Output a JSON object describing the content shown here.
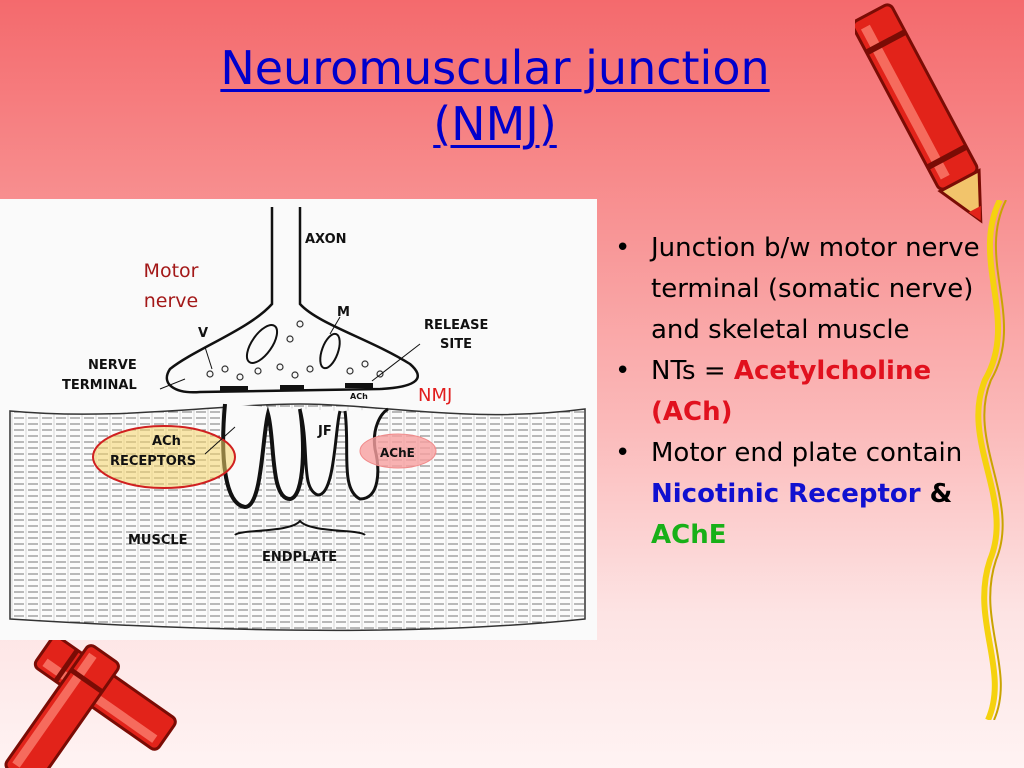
{
  "title": {
    "line1": "Neuromuscular junction",
    "line2": "(NMJ)"
  },
  "diagram": {
    "labels": {
      "axon": "AXON",
      "m": "M",
      "v": "V",
      "release_site_1": "RELEASE",
      "release_site_2": "SITE",
      "nerve_terminal_1": "NERVE",
      "nerve_terminal_2": "TERMINAL",
      "ach": "ACh",
      "jf": "JF",
      "ach_receptors_1": "ACh",
      "ach_receptors_2": "RECEPTORS",
      "ache": "AChE",
      "muscle": "MUSCLE",
      "endplate": "ENDPLATE"
    },
    "motor_nerve_1": "Motor",
    "motor_nerve_2": "nerve",
    "nmj": "NMJ"
  },
  "bullets": {
    "b1": "Junction b/w motor nerve terminal (somatic nerve) and skeletal muscle",
    "b2_prefix": "NTs = ",
    "b2_highlight": "Acetylcholine (ACh)",
    "b3_prefix": "Motor end plate contain ",
    "b3_highlight": "Nicotinic Receptor",
    "b3_amp": " & ",
    "b3_highlight2": "AChE",
    "bullet_char": "•"
  },
  "colors": {
    "title": "#0000cc",
    "red": "#e1111e",
    "blue": "#1010d0",
    "green": "#18b018"
  }
}
